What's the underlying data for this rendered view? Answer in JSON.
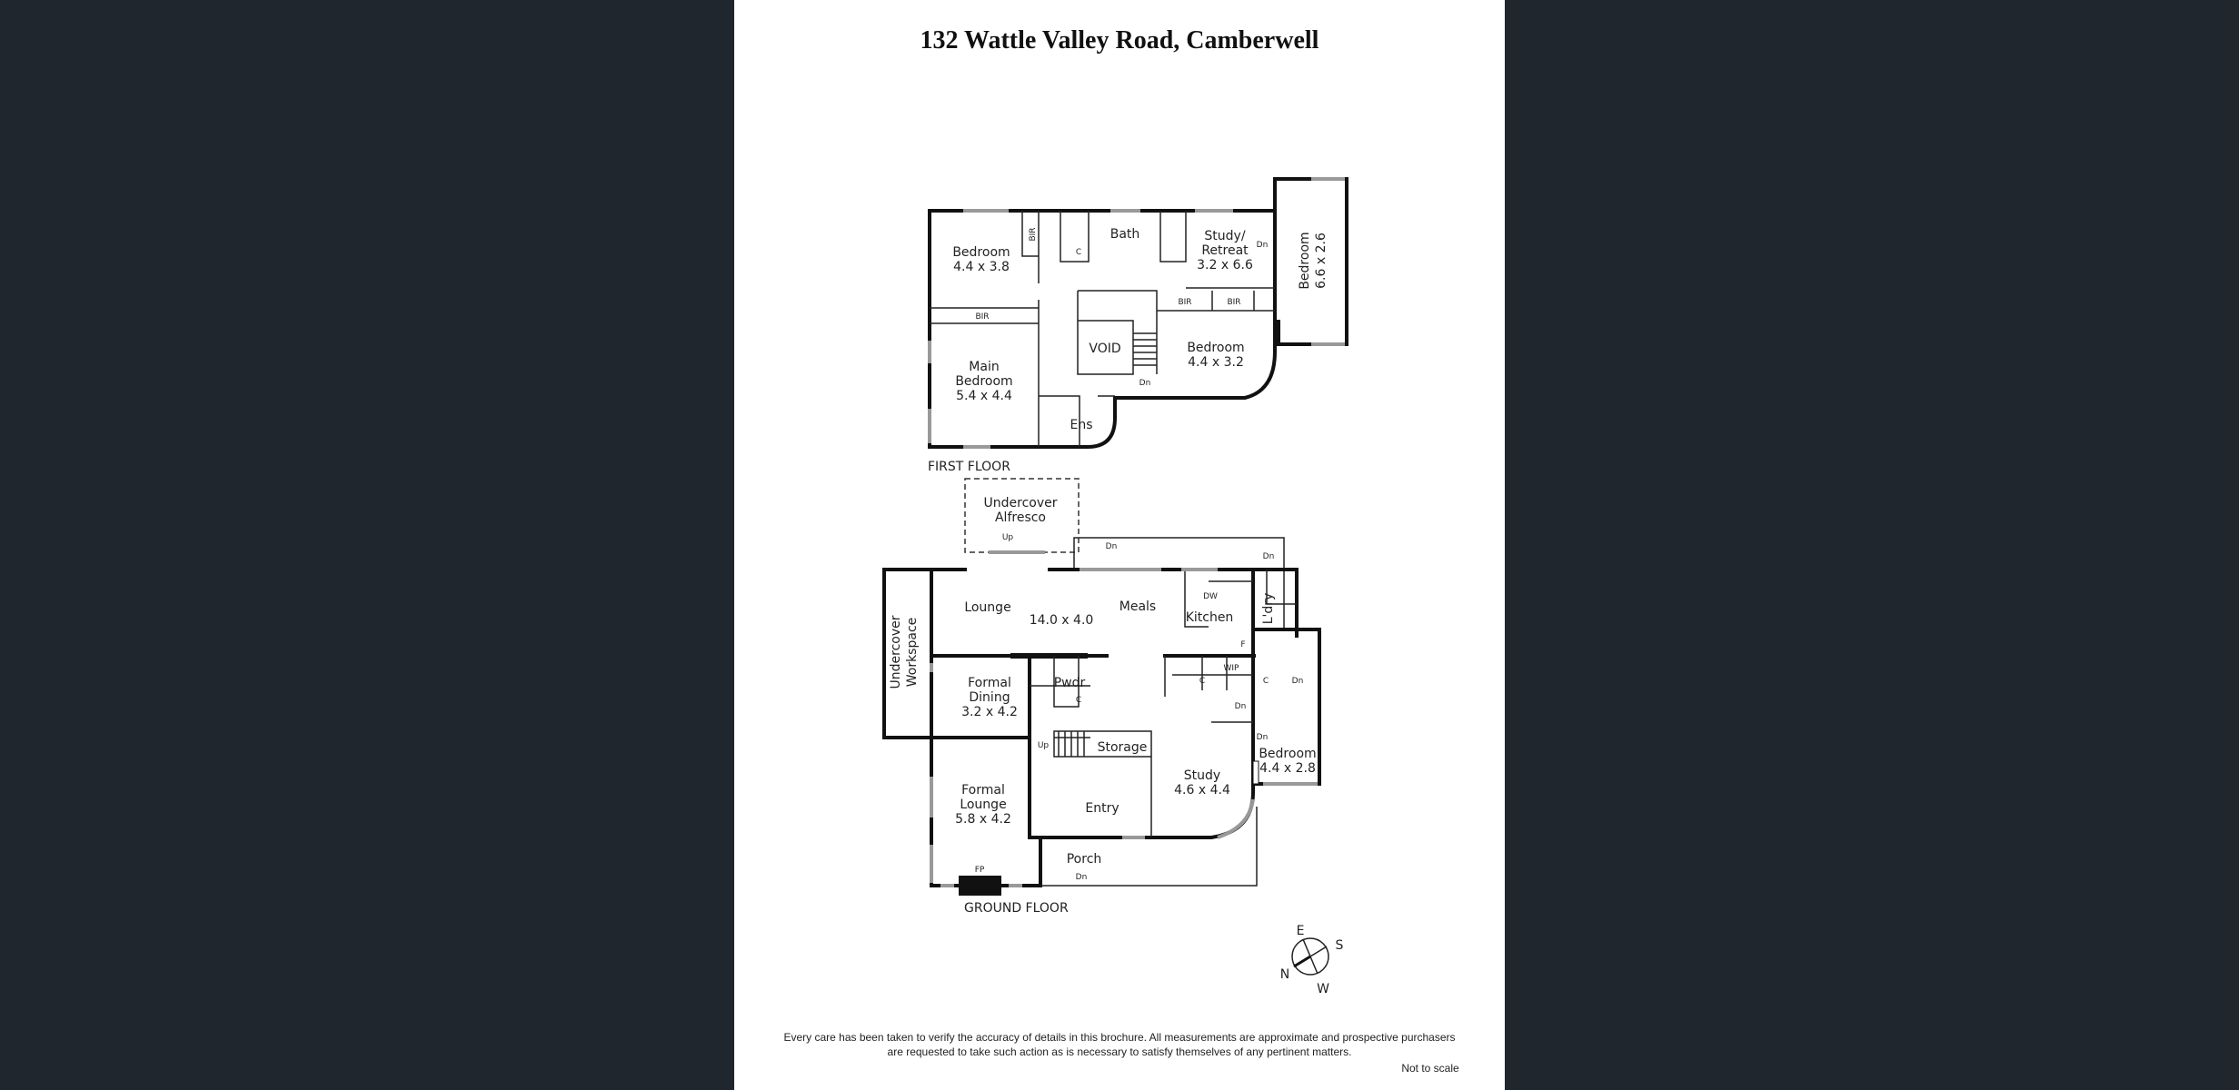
{
  "title": "132 Wattle Valley Road, Camberwell",
  "first_floor": {
    "caption": "FIRST FLOOR",
    "labels": [
      "Bedroom",
      "4.4 x 3.8",
      "BIR",
      "Bath",
      "C",
      "Study/",
      "Retreat",
      "3.2 x 6.6",
      "Dn",
      "Bedroom",
      "6.6 x 2.6",
      "BIR",
      "BIR",
      "BIR",
      "VOID",
      "Bedroom",
      "4.4 x 3.2",
      "Dn",
      "Main",
      "Bedroom",
      "5.4 x 4.4",
      "Ens"
    ]
  },
  "ground_floor": {
    "caption": "GROUND FLOOR",
    "labels": [
      "Undercover",
      "Alfresco",
      "Up",
      "Dn",
      "Dn",
      "Undercover",
      "Workspace",
      "Lounge",
      "14.0 x 4.0",
      "Meals",
      "Kitchen",
      "DW",
      "L'dry",
      "F",
      "Formal",
      "Dining",
      "3.2 x 4.2",
      "Pwdr",
      "C",
      "WIP",
      "C",
      "C",
      "Dn",
      "Dn",
      "Dn",
      "Up",
      "Storage",
      "Study",
      "4.6 x 4.4",
      "Bedroom",
      "4.4 x 2.8",
      "Entry",
      "Formal",
      "Lounge",
      "5.8 x 4.2",
      "Porch",
      "Dn",
      "FP"
    ]
  },
  "compass": {
    "E": "E",
    "S": "S",
    "N": "N",
    "W": "W"
  },
  "disclaimer": {
    "line1": "Every care has been taken to verify the accuracy of details in this brochure.  All measurements are approximate and prospective purchasers",
    "line2": "are requested to take such action as is necessary to satisfy themselves of any pertinent matters.",
    "scale": "Not to scale"
  }
}
